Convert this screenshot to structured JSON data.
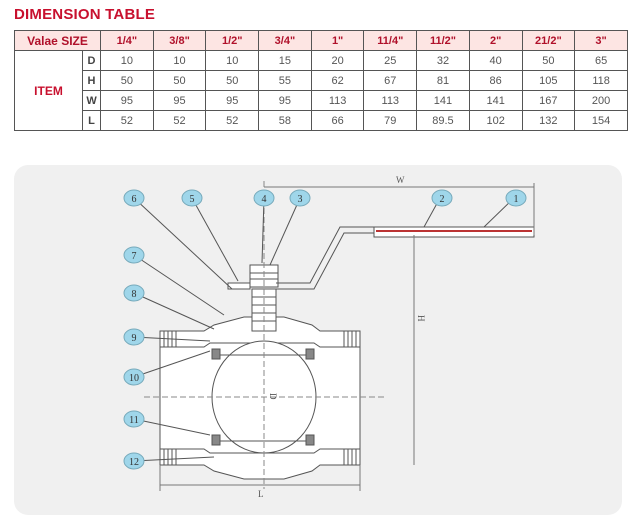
{
  "title": "DIMENSION TABLE",
  "table": {
    "size_header": "Valae SIZE",
    "item_label": "ITEM",
    "sizes": [
      "1/4\"",
      "3/8\"",
      "1/2\"",
      "3/4\"",
      "1\"",
      "11/4\"",
      "11/2\"",
      "2\"",
      "21/2\"",
      "3\""
    ],
    "rows": [
      {
        "key": "D",
        "values": [
          "10",
          "10",
          "10",
          "15",
          "20",
          "25",
          "32",
          "40",
          "50",
          "65"
        ]
      },
      {
        "key": "H",
        "values": [
          "50",
          "50",
          "50",
          "55",
          "62",
          "67",
          "81",
          "86",
          "105",
          "118"
        ]
      },
      {
        "key": "W",
        "values": [
          "95",
          "95",
          "95",
          "95",
          "113",
          "113",
          "141",
          "141",
          "167",
          "200"
        ]
      },
      {
        "key": "L",
        "values": [
          "52",
          "52",
          "52",
          "58",
          "66",
          "79",
          "89.5",
          "102",
          "132",
          "154"
        ]
      }
    ]
  },
  "drawing": {
    "part_numbers": [
      "1",
      "2",
      "3",
      "4",
      "5",
      "6",
      "7",
      "8",
      "9",
      "10",
      "11",
      "12"
    ],
    "dim_labels": {
      "w": "W",
      "h": "H",
      "d": "D",
      "l": "L"
    }
  },
  "colors": {
    "accent_red": "#c8102e",
    "header_bg": "#fde5e3",
    "bubble": "#9fd6ea"
  }
}
